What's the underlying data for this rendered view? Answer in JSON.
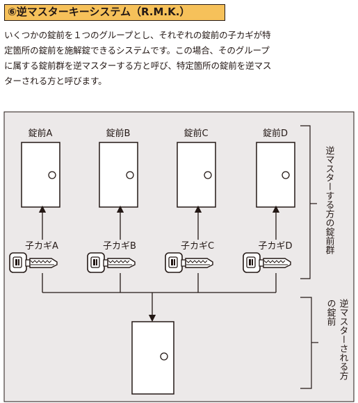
{
  "header": {
    "title": "⑥逆マスターキーシステム（R.M.K.）"
  },
  "description": {
    "lines": [
      "いくつかの錠前を１つのグループとし、それぞれの錠前の子カギが特",
      "定箇所の錠前を施解錠できるシステムです。この場合、そのグループ",
      "に属する錠前群を逆マスターする方と呼び、特定箇所の錠前を逆マス",
      "ターされる方と呼びます。"
    ]
  },
  "diagram": {
    "locks": [
      {
        "label": "錠前A",
        "key_label": "子カギA"
      },
      {
        "label": "錠前B",
        "key_label": "子カギB"
      },
      {
        "label": "錠前C",
        "key_label": "子カギC"
      },
      {
        "label": "錠前D",
        "key_label": "子カギD"
      }
    ],
    "group_label": "逆マスターする方の錠前群",
    "target_label": "逆マスターされる方の錠前",
    "colors": {
      "title_bg": "#f6c15a",
      "panel_bg": "#ece9e9",
      "line": "#231815"
    }
  }
}
